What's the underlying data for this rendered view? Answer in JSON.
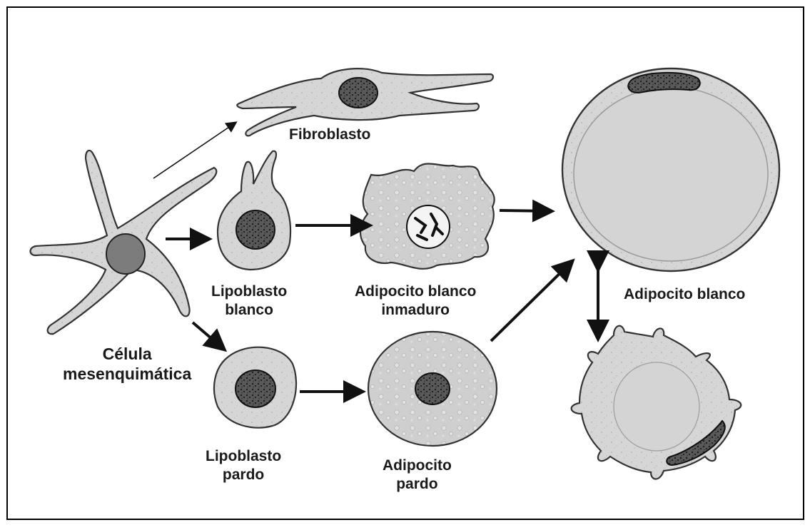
{
  "diagram": {
    "nodes": {
      "mesenchymal": {
        "lines": [
          "Célula",
          "mesenquimática"
        ]
      },
      "fibroblast": {
        "lines": [
          "Fibroblasto"
        ]
      },
      "white_lipoblast": {
        "lines": [
          "Lipoblasto",
          "blanco"
        ]
      },
      "immature_white_adipocyte": {
        "lines": [
          "Adipocito blanco",
          "inmaduro"
        ]
      },
      "white_adipocyte": {
        "lines": [
          "Adipocito blanco"
        ]
      },
      "brown_lipoblast": {
        "lines": [
          "Lipoblasto",
          "pardo"
        ]
      },
      "brown_adipocyte": {
        "lines": [
          "Adipocito",
          "pardo"
        ]
      }
    },
    "edges": [
      {
        "from": "mesenchymal",
        "to": "fibroblast"
      },
      {
        "from": "mesenchymal",
        "to": "white_lipoblast"
      },
      {
        "from": "mesenchymal",
        "to": "brown_lipoblast"
      },
      {
        "from": "white_lipoblast",
        "to": "immature_white_adipocyte"
      },
      {
        "from": "immature_white_adipocyte",
        "to": "white_adipocyte"
      },
      {
        "from": "brown_lipoblast",
        "to": "brown_adipocyte"
      },
      {
        "from": "brown_adipocyte",
        "to": "white_adipocyte"
      },
      {
        "from": "white_adipocyte",
        "to": "white_adipocyte_shrunken",
        "bidirectional": true
      }
    ]
  }
}
